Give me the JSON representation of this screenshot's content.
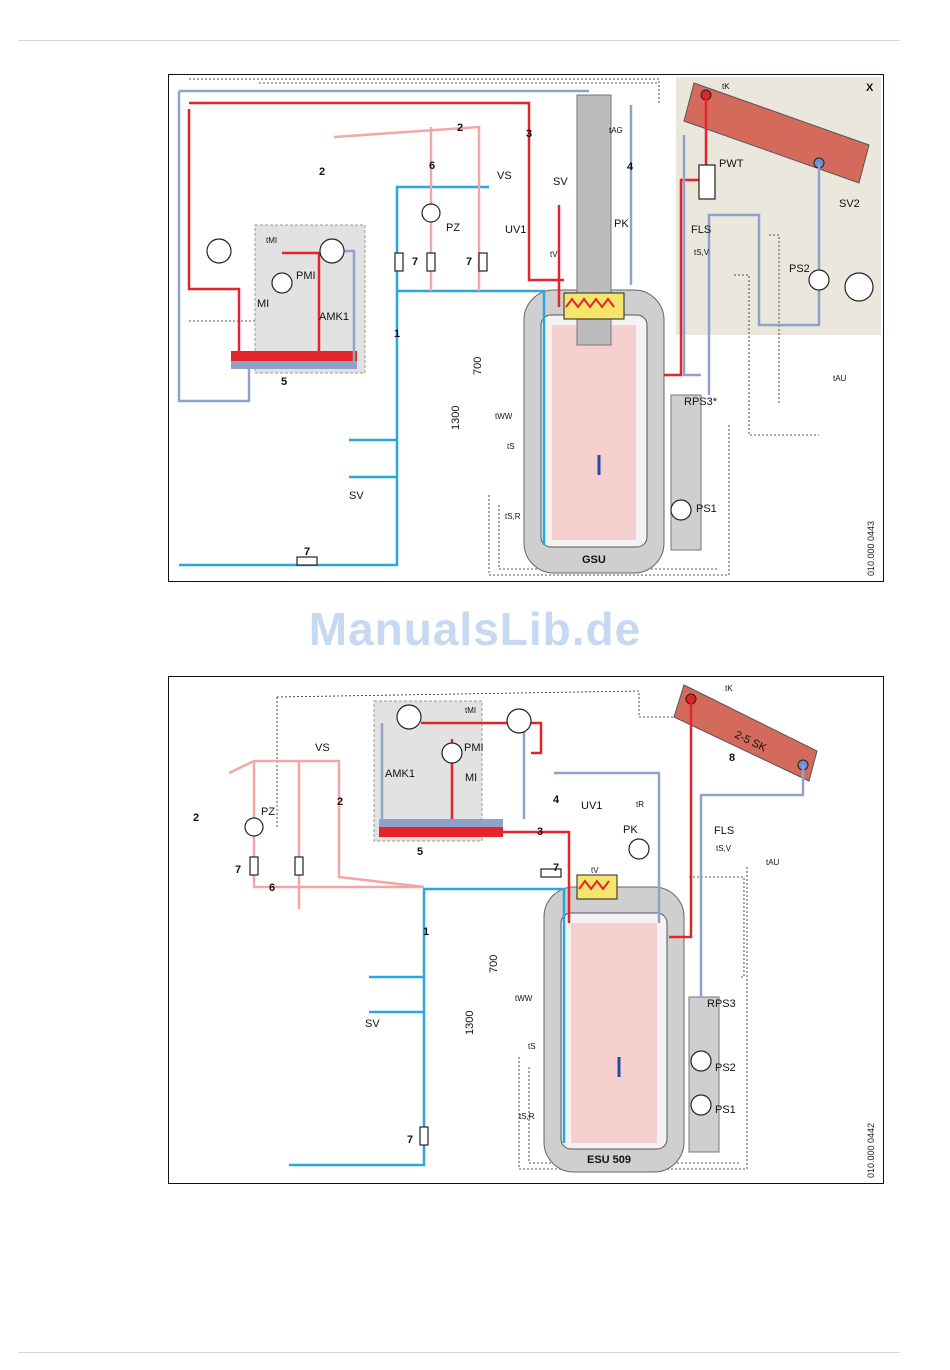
{
  "watermark": "ManualsLib.de",
  "diagram1": {
    "doc_number": "010.000 0443",
    "labels": {
      "x": "X",
      "tk": "tK",
      "tag": "tAG",
      "num2a": "2",
      "num2b": "2",
      "num3": "3",
      "num4": "4",
      "num6": "6",
      "vs": "VS",
      "sv_top": "SV",
      "pwt": "PWT",
      "sv2": "SV2",
      "uv1": "UV1",
      "pz": "PZ",
      "pk": "PK",
      "fls": "FLS",
      "tsv": "tS,V",
      "tmi": "tMI",
      "pmi": "PMI",
      "ps2": "PS2",
      "num7a": "7",
      "num7b": "7",
      "tv": "tV",
      "mi": "MI",
      "amk1": "AMK1",
      "num5": "5",
      "num1": "1",
      "d700": "700",
      "d1300": "1300",
      "tau": "tAU",
      "rps3": "RPS3*",
      "tww": "tWW",
      "ts": "tS",
      "sv_bottom": "SV",
      "ps1": "PS1",
      "tsr": "tS,R",
      "num7c": "7",
      "gsu": "GSU"
    }
  },
  "diagram2": {
    "doc_number": "010.000 0442",
    "labels": {
      "tk": "tK",
      "sk": "2-5 SK",
      "tmi": "tMI",
      "vs": "VS",
      "pmi": "PMI",
      "num8": "8",
      "amk1": "AMK1",
      "mi": "MI",
      "num2a": "2",
      "num2b": "2",
      "pz": "PZ",
      "num4": "4",
      "uv1": "UV1",
      "tr": "tR",
      "fls": "FLS",
      "pk": "PK",
      "tsv": "tS,V",
      "num3": "3",
      "num5": "5",
      "tau": "tAU",
      "num7a": "7",
      "num6": "6",
      "tv": "tV",
      "num7b": "7",
      "num1": "1",
      "d700": "700",
      "d1300": "1300",
      "tww": "tWW",
      "rps3": "RPS3",
      "sv": "SV",
      "ts": "tS",
      "ps2": "PS2",
      "ps1": "PS1",
      "tsr": "tS,R",
      "num7c": "7",
      "esu": "ESU 509"
    }
  },
  "colors": {
    "hot": "#e3242b",
    "cold": "#2aa7e0",
    "return": "#8fa3c8",
    "pink": "#f2a7a7",
    "grey": "#e2e2e2",
    "tank": "#cfcfcf",
    "yellow": "#f5e56b"
  }
}
